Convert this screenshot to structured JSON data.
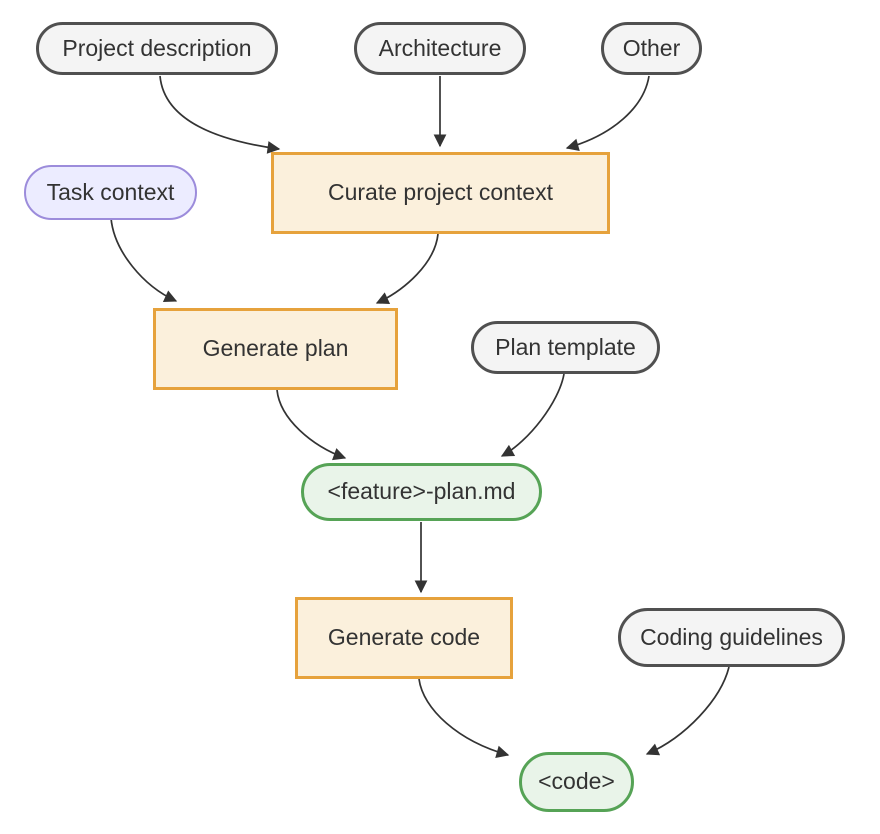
{
  "diagram": {
    "type": "flowchart",
    "direction": "top-down",
    "nodes": [
      {
        "id": "project-description",
        "label": "Project description",
        "shape": "stadium",
        "style": "gray"
      },
      {
        "id": "architecture",
        "label": "Architecture",
        "shape": "stadium",
        "style": "gray"
      },
      {
        "id": "other",
        "label": "Other",
        "shape": "stadium",
        "style": "gray"
      },
      {
        "id": "curate-project-context",
        "label": "Curate project context",
        "shape": "rect",
        "style": "orange"
      },
      {
        "id": "task-context",
        "label": "Task context",
        "shape": "stadium",
        "style": "purple"
      },
      {
        "id": "generate-plan",
        "label": "Generate plan",
        "shape": "rect",
        "style": "orange"
      },
      {
        "id": "plan-template",
        "label": "Plan template",
        "shape": "stadium",
        "style": "gray"
      },
      {
        "id": "feature-plan-md",
        "label": "<feature>-plan.md",
        "shape": "stadium",
        "style": "green"
      },
      {
        "id": "generate-code",
        "label": "Generate code",
        "shape": "rect",
        "style": "orange"
      },
      {
        "id": "coding-guidelines",
        "label": "Coding guidelines",
        "shape": "stadium",
        "style": "gray"
      },
      {
        "id": "code",
        "label": "<code>",
        "shape": "stadium",
        "style": "green"
      }
    ],
    "edges": [
      {
        "from": "project-description",
        "to": "curate-project-context"
      },
      {
        "from": "architecture",
        "to": "curate-project-context"
      },
      {
        "from": "other",
        "to": "curate-project-context"
      },
      {
        "from": "task-context",
        "to": "generate-plan"
      },
      {
        "from": "curate-project-context",
        "to": "generate-plan"
      },
      {
        "from": "generate-plan",
        "to": "feature-plan-md"
      },
      {
        "from": "plan-template",
        "to": "feature-plan-md"
      },
      {
        "from": "feature-plan-md",
        "to": "generate-code"
      },
      {
        "from": "generate-code",
        "to": "code"
      },
      {
        "from": "coding-guidelines",
        "to": "code"
      }
    ],
    "palette": {
      "background": "#ffffff",
      "text_color": "#333333",
      "edge_color": "#333333",
      "gray_fill": "#f4f4f4",
      "gray_border": "#505050",
      "purple_fill": "#ececff",
      "purple_border": "#9c8cdb",
      "orange_fill": "#fbf0dc",
      "orange_border": "#e6a23c",
      "green_fill": "#e9f4e9",
      "green_border": "#56a356"
    }
  }
}
